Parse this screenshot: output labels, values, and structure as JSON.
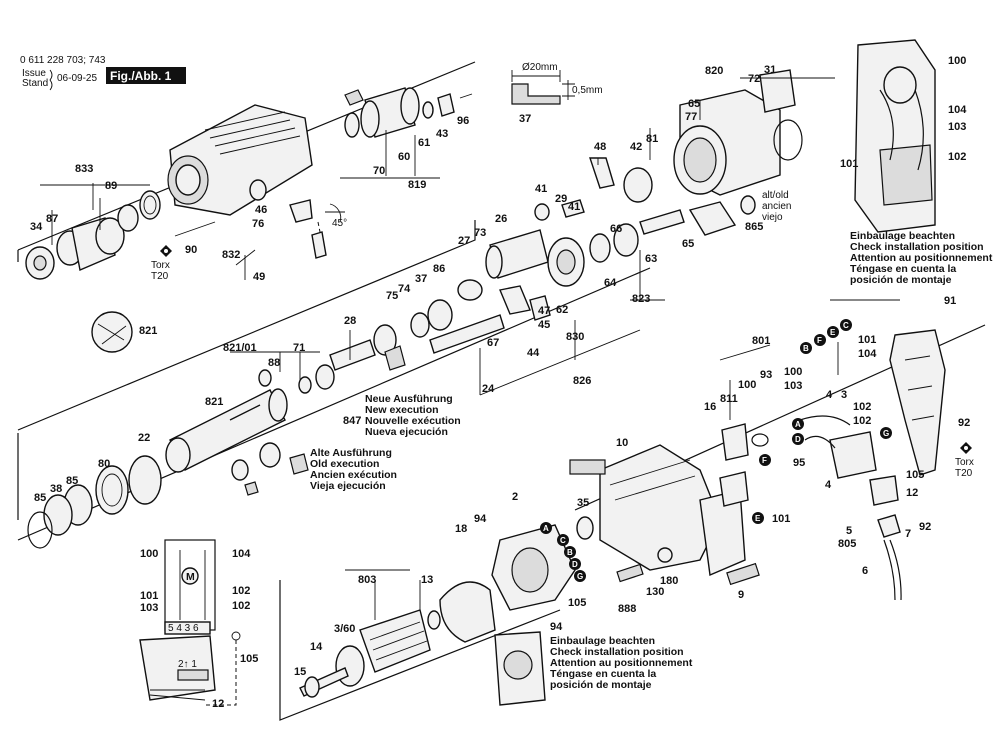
{
  "header": {
    "part_number": "0 611 228 703; 743",
    "issue_label_1": "Issue",
    "issue_label_2": "Stand",
    "issue_date": "06-09-25",
    "figure_label": "Fig./Abb. 1"
  },
  "dimensions": {
    "diameter": "Ø20mm",
    "thickness": "0,5mm"
  },
  "torx_labels": [
    "Torx",
    "T20"
  ],
  "old_note": [
    "alt/old",
    "ancien",
    "viejo"
  ],
  "new_version_note": [
    "Neue Ausführung",
    "New execution",
    "Nouvelle exécution",
    "Nueva ejecución"
  ],
  "old_version_note": [
    "Alte Ausführung",
    "Old execution",
    "Ancien exécution",
    "Vieja ejecución"
  ],
  "install_note": [
    "Einbaulage beachten",
    "Check installation position",
    "Attention au positionnement",
    "Téngase en cuenta la",
    "posición de montaje"
  ],
  "angle": "45°",
  "schematic_pins": [
    "5 4 3 6",
    "2↑ 1"
  ],
  "badges": [
    "A",
    "B",
    "C",
    "D",
    "E",
    "F",
    "G"
  ],
  "part_numbers": {
    "p833": "833",
    "p89": "89",
    "p34": "34",
    "p87": "87",
    "p46": "46",
    "p76": "76",
    "p832": "832",
    "p49": "49",
    "p90": "90",
    "p70": "70",
    "p60": "60",
    "p61": "61",
    "p43": "43",
    "p96": "96",
    "p819": "819",
    "p37": "37",
    "p820": "820",
    "p72": "72",
    "p31": "31",
    "p77": "77",
    "p65": "65",
    "p81": "81",
    "p42": "42",
    "p48": "48",
    "p865": "865",
    "p65b": "65",
    "p41": "41",
    "p29": "29",
    "p41b": "41",
    "p26": "26",
    "p27": "27",
    "p73": "73",
    "p66": "66",
    "p63": "63",
    "p64": "64",
    "p823": "823",
    "p821": "821",
    "p821_01": "821/01",
    "p88": "88",
    "p71": "71",
    "p28": "28",
    "p75": "75",
    "p74": "74",
    "p37b": "37",
    "p86": "86",
    "p47": "47",
    "p45": "45",
    "p62": "62",
    "p67": "67",
    "p44": "44",
    "p830": "830",
    "p24": "24",
    "p826": "826",
    "p847": "847",
    "p821b": "821",
    "p22": "22",
    "p80": "80",
    "p85": "85",
    "p38": "38",
    "p85b": "85",
    "p100": "100",
    "p104": "104",
    "p103": "103",
    "p101": "101",
    "p102": "102",
    "p91": "91",
    "p801": "801",
    "p101b": "101",
    "p104b": "104",
    "p100b": "100",
    "p103b": "103",
    "p3": "3",
    "p4": "4",
    "p16": "16",
    "p811": "811",
    "p100c": "100",
    "p93": "93",
    "p102b": "102",
    "p102c": "102",
    "p92": "92",
    "p10": "10",
    "p95": "95",
    "p105": "105",
    "p12": "12",
    "p4b": "4",
    "p2": "2",
    "p35": "35",
    "p18": "18",
    "p94": "94",
    "p101c": "101",
    "p180": "180",
    "p130": "130",
    "p888": "888",
    "p9": "9",
    "p5": "5",
    "p805": "805",
    "p7": "7",
    "p92b": "92",
    "p6": "6",
    "p803": "803",
    "p13": "13",
    "p3_60": "3/60",
    "p14": "14",
    "p15": "15",
    "p94b": "94",
    "p105b": "105",
    "s100": "100",
    "s104": "104",
    "s101": "101",
    "s102": "102",
    "s103": "103",
    "s102b": "102",
    "s105": "105",
    "s12": "12"
  }
}
